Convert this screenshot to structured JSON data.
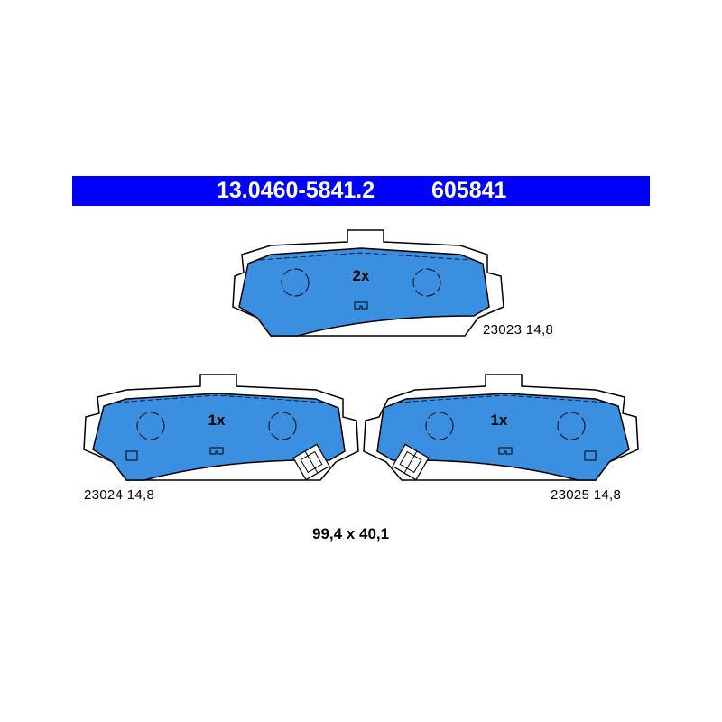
{
  "header": {
    "part_number": "13.0460-5841.2",
    "reference_number": "605841",
    "background_color": "#0000ff",
    "text_color": "#ffffff"
  },
  "pads": [
    {
      "quantity": "2x",
      "code": "23023",
      "thickness": "14,8",
      "wear_indicator": false
    },
    {
      "quantity": "1x",
      "code": "23024",
      "thickness": "14,8",
      "wear_indicator": true
    },
    {
      "quantity": "1x",
      "code": "23025",
      "thickness": "14,8",
      "wear_indicator": true
    }
  ],
  "dimensions": "99,4 x 40,1",
  "colors": {
    "pad_fill": "#3a8fe0",
    "outline": "#000000"
  }
}
